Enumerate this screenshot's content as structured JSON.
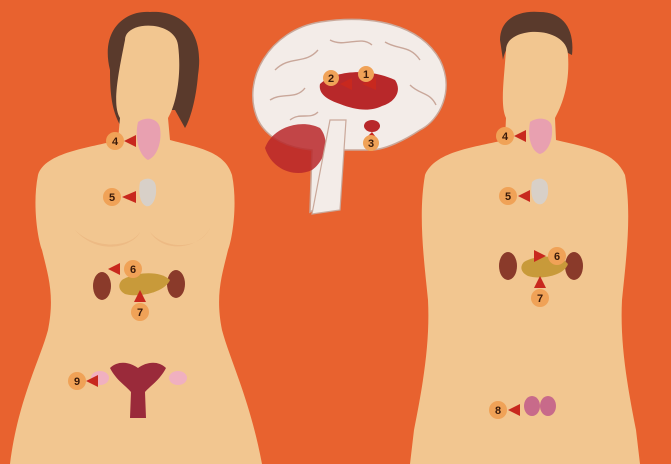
{
  "colors": {
    "background": "#e8622f",
    "skin": "#f2c690",
    "skin_shadow": "#e8ad78",
    "hair": "#5a3a2c",
    "marker": "#f0a257",
    "arrow": "#c8281e",
    "kidney": "#8a3a2a",
    "pancreas": "#c89a3a",
    "thyroid": "#e8a0b0",
    "thymus": "#d8d0c8",
    "uterus": "#9a2a3a",
    "ovary": "#f0b0c0",
    "testis": "#c86a8a",
    "brain_outer": "#f3ece8",
    "brain_inner": "#b8282a"
  },
  "markers": {
    "m1": "1",
    "m2": "2",
    "m3": "3",
    "f4": "4",
    "f5": "5",
    "f6": "6",
    "f7": "7",
    "f9": "9",
    "m4": "4",
    "m5": "5",
    "m6": "6",
    "m7": "7",
    "m8": "8"
  }
}
